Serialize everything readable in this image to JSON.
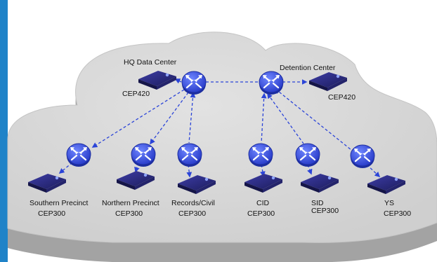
{
  "colors": {
    "frame_accent": "#1f83c8",
    "cloud_top": "#d9d9d9",
    "cloud_side": "#a8a8a8",
    "router_fill": "#3d57e0",
    "link_color": "#2b44d8",
    "device_body": "#2c2c7e"
  },
  "icons": {
    "router": "router-icon",
    "device": "network-appliance-icon"
  },
  "hq": {
    "name": "HQ Data Center",
    "model": "CEP420"
  },
  "detention": {
    "name": "Detention Center",
    "model": "CEP420"
  },
  "sites": [
    {
      "name": "Southern Precinct",
      "model": "CEP300"
    },
    {
      "name": "Northern Precinct",
      "model": "CEP300"
    },
    {
      "name": "Records/Civil",
      "model": "CEP300"
    },
    {
      "name": "CID",
      "model": "CEP300"
    },
    {
      "name": "SID",
      "model": "CEP300"
    },
    {
      "name": "YS",
      "model": "CEP300"
    }
  ]
}
